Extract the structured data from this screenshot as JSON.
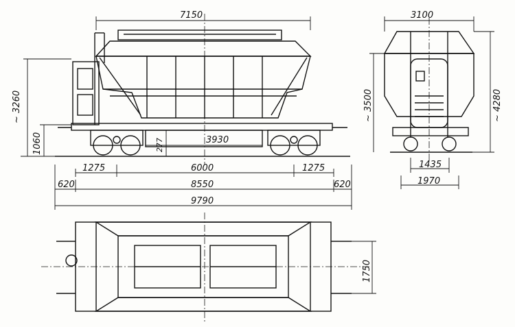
{
  "side_view": {
    "dims": {
      "top_length": "7150",
      "height_roof": "~ 3260",
      "frame_height": "1060",
      "gap": "277",
      "hopper_span": "3930",
      "overhang_left": "1275",
      "bogie_centers": "6000",
      "overhang_right": "1275",
      "end_left": "620",
      "frame_length": "8550",
      "end_right": "620",
      "total_length": "9790"
    }
  },
  "end_view": {
    "dims": {
      "width_top": "3100",
      "height_body": "~ 3500",
      "height_total": "~ 4280",
      "gauge": "1435",
      "bogie_width": "1970"
    }
  },
  "plan_view": {
    "dims": {
      "width": "1750"
    }
  }
}
